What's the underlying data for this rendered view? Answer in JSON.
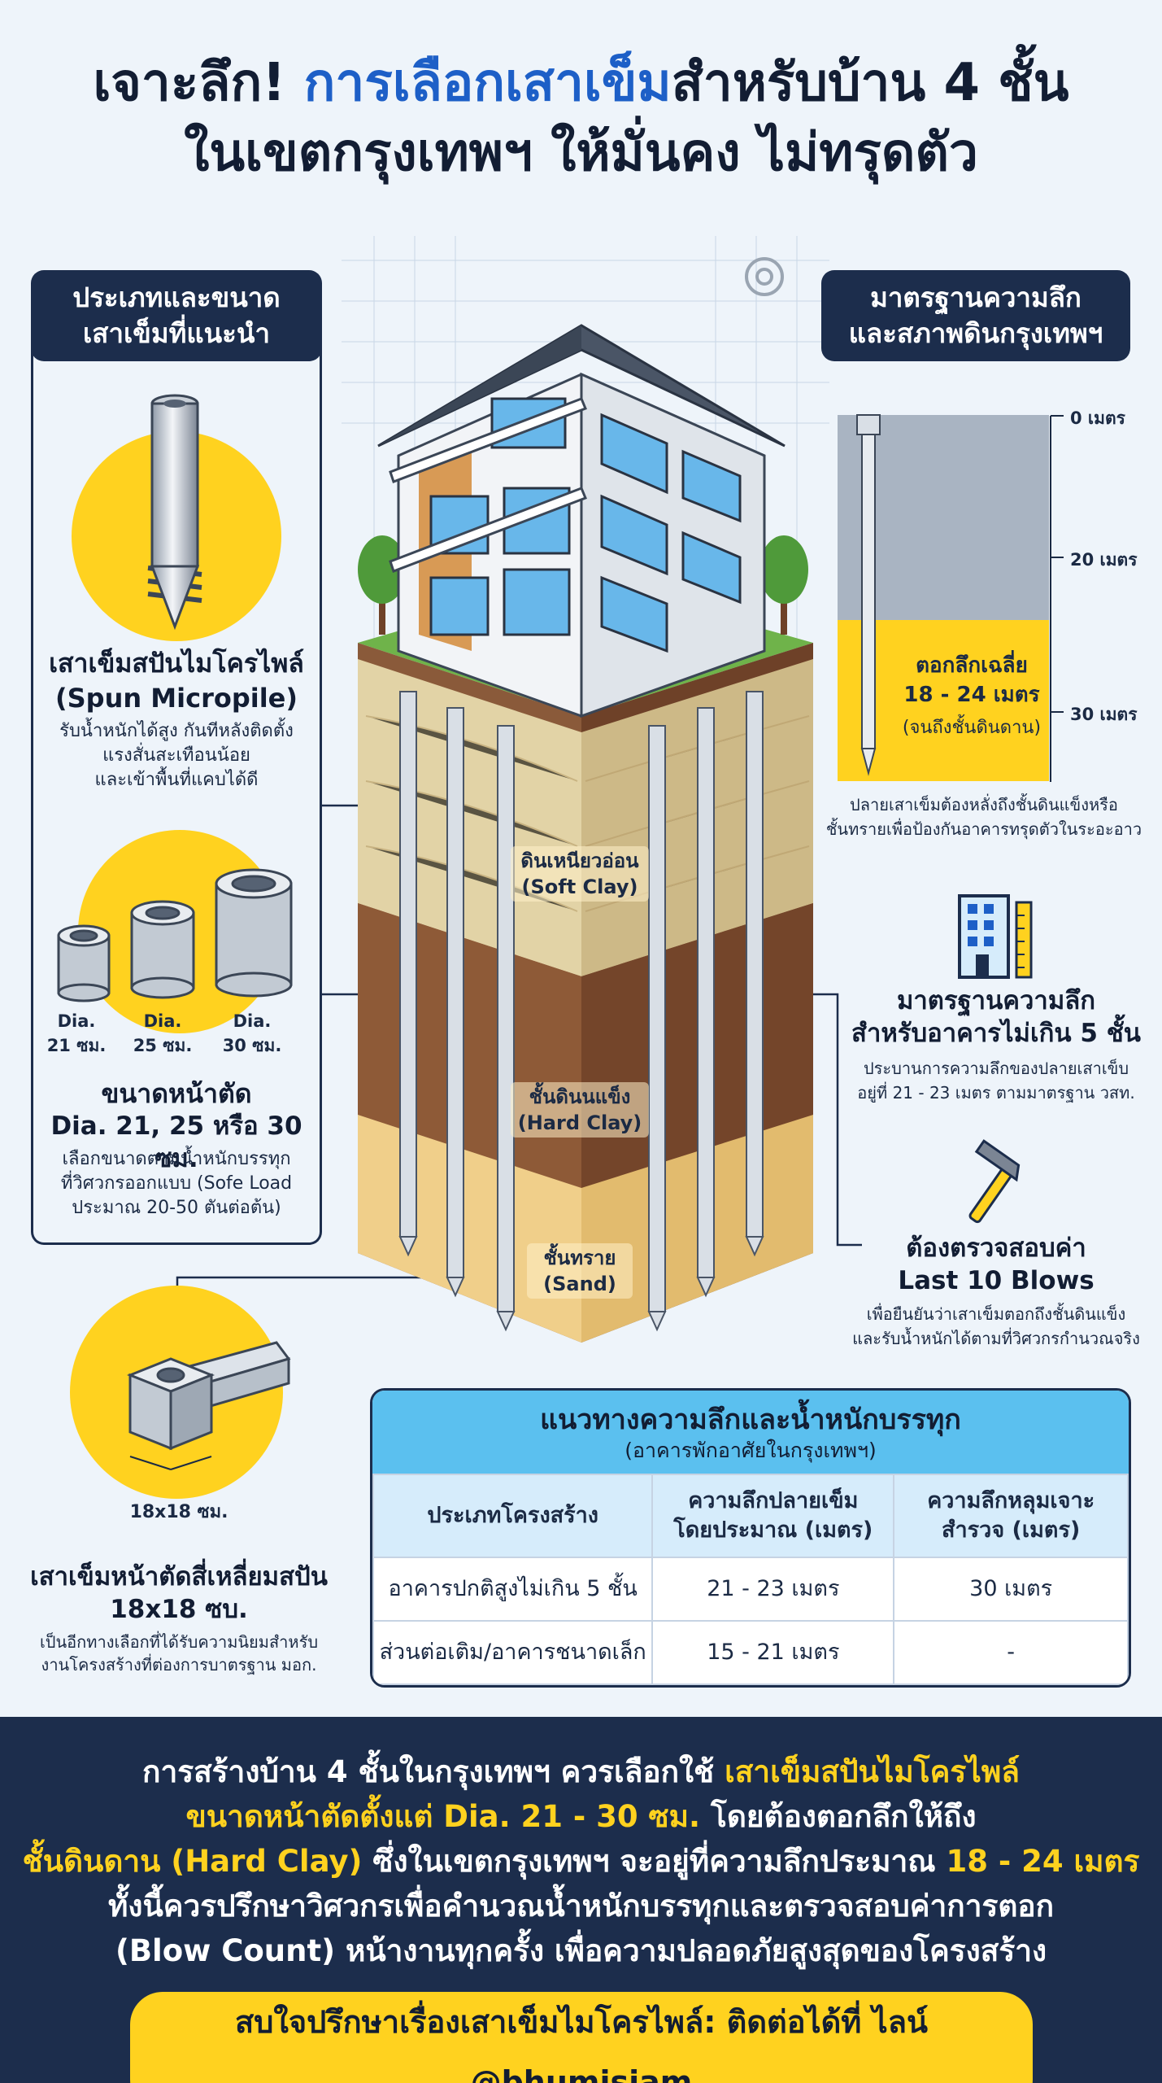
{
  "title": {
    "line1_a": "เจาะลึก! ",
    "line1_b": "การเลือกเสาเข็ม",
    "line1_c": "สำหรับบ้าน 4 ชั้น",
    "line2": "ในเขตกรุงเทพฯ ให้มั่นคง ไม่ทรุดตัว"
  },
  "left": {
    "tag": "ประเภทและขนาด\nเสาเข็มที่แนะนำ",
    "spun_title": "เสาเข็มสปันไมโครไพล์",
    "spun_title_en": "(Spun Micropile)",
    "spun_desc": "รับน้ำหนักได้สูง กันทีหลังติดตั้ง\nแรงสั่นสะเทือนน้อย\nและเข้าพื้นที่แคบได้ดี",
    "dia_labels": [
      "Dia.\n21 ซม.",
      "Dia.\n25 ซม.",
      "Dia.\n30 ซม."
    ],
    "section_title": "ขนาดหน้าตัด",
    "section_sizes": "Dia. 21, 25 หรือ 30 ซม.",
    "section_desc": "เลือกขนาดตามน้ำหนักบรรทุก\nที่วิศวกรออกแบบ (Sofe Load\nประมาณ 20-50 ตันต่อต้น)",
    "square_label": "18x18 ซม.",
    "square_title": "เสาเข็มหน้าตัดสี่เหลี่ยมสปัน\n18x18 ซบ.",
    "square_desc": "เป็นอีกทางเลือกที่ได้รับความนิยมสำหรับ\nงานโครงสร้างที่ต่องการบาตรฐาน มอก."
  },
  "soil": {
    "soft": "ดินเหนียวอ่อน\n(Soft Clay)",
    "hard": "ชั้นดินนแข็ง\n(Hard Clay)",
    "sand": "ชั้นทราย\n(Sand)"
  },
  "right": {
    "tag": "มาตรฐานความลึก\nและสภาพดินกรุงเทพฯ",
    "depth_0": "0 เมตร",
    "depth_20": "20 เมตร",
    "depth_30": "30 เมตร",
    "avg_title": "ตอกลึกเฉลี่ย\n18 - 24 เมตร",
    "avg_sub": "(จนถึงชั้นดินดาน)",
    "depth_note": "ปลายเสาเข็มต้องหลั่งถึงชั้นดินแข็งหรือ\nชั้นทรายเพื่อป้องกันอาคารทรุดตัวในระอะอาว",
    "std_title": "มาตรฐานความลึก\nสำหรับอาคารไม่เกิน 5 ชั้น",
    "std_desc": "ประบานการความลึกของปลายเสาเข็บ\nอยู่ที่ 21 - 23 เมตร ตามมาตรฐาน วสท.",
    "blow_title": "ต้องตรวจสอบค่า\nLast 10 Blows",
    "blow_desc": "เพื่อยืนยันว่าเสาเข็มตอกถึงชั้นดินแข็ง\nและรับน้ำหนักได้ตามที่วิศวกรกำนวณจริง"
  },
  "table": {
    "title": "แนวทางความลึกและน้ำหนักบรรทุก",
    "subtitle": "(อาคารพักอาศัยในกรุงเทพฯ)",
    "headers": [
      "ประเภทโครงสร้าง",
      "ความลึกปลายเข็ม\nโดยประมาณ (เมตร)",
      "ความลึกหลุมเจาะ\nสำรวจ (เมตร)"
    ],
    "rows": [
      [
        "อาคารปกติสูงไม่เกิน 5 ชั้น",
        "21 - 23 เมตร",
        "30 เมตร"
      ],
      [
        "ส่วนต่อเติม/อาคารชนาดเล็ก",
        "15 - 21 เมตร",
        "-"
      ]
    ]
  },
  "footer": {
    "l1a": "การสร้างบ้าน 4 ชั้นในกรุงเทพฯ ควรเลือกใช้ ",
    "l1b": "เสาเข็มสปันไมโครไพล์",
    "l2a": "ขนาดหน้าตัดตั้งแต่ Dia. 21 - 30 ซม.",
    "l2b": " โดยต้องตอกลึกให้ถึง",
    "l3a": "ชั้นดินดาน (Hard Clay)",
    "l3b": " ซึ่งในเขตกรุงเทพฯ จะอยู่ที่ความลึกประมาณ ",
    "l3c": "18 - 24 เมตร",
    "l4": "ทั้งนี้ควรปรึกษาวิศวกรเพื่อคำนวณน้ำหนักบรรทุกและตรวจสอบค่าการตอก",
    "l5": "(Blow Count) หน้างานทุกครั้ง เพื่อความปลอดภัยสูงสุดของโครงสร้าง",
    "cta": "สบใจปรึกษาเรื่องเสาเข็มไมโครไพล์: ติดต่อได้ที่ ไลน์ @bhumisiam"
  },
  "colors": {
    "navy": "#1c2d4c",
    "yellow": "#ffd21f",
    "accent_blue": "#1d5fc7",
    "table_header": "#d6ecfb"
  }
}
